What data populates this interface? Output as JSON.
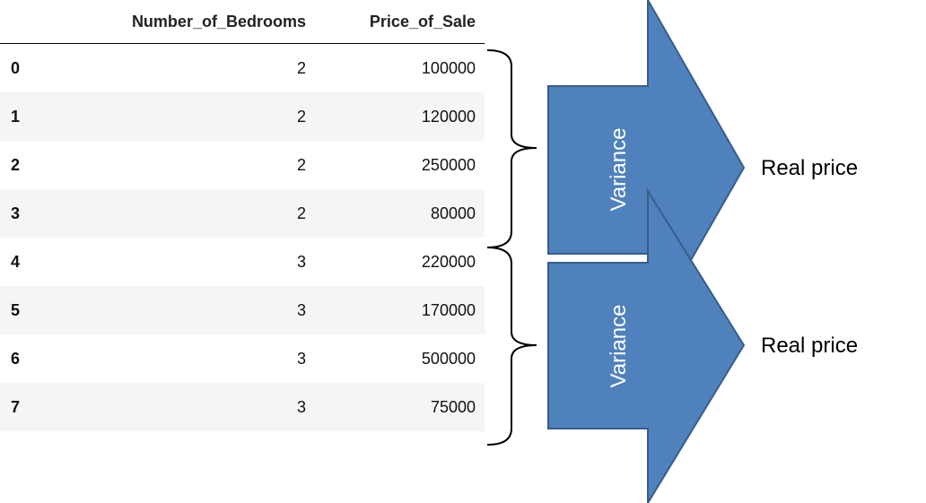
{
  "table": {
    "columns": [
      "",
      "Number_of_Bedrooms",
      "Price_of_Sale"
    ],
    "rows": [
      {
        "index": "0",
        "bedrooms": "2",
        "price": "100000"
      },
      {
        "index": "1",
        "bedrooms": "2",
        "price": "120000"
      },
      {
        "index": "2",
        "bedrooms": "2",
        "price": "250000"
      },
      {
        "index": "3",
        "bedrooms": "2",
        "price": "80000"
      },
      {
        "index": "4",
        "bedrooms": "3",
        "price": "220000"
      },
      {
        "index": "5",
        "bedrooms": "3",
        "price": "170000"
      },
      {
        "index": "6",
        "bedrooms": "3",
        "price": "500000"
      },
      {
        "index": "7",
        "bedrooms": "3",
        "price": "75000"
      }
    ]
  },
  "arrows": [
    {
      "label": "Variance",
      "target": "Real price"
    },
    {
      "label": "Variance",
      "target": "Real price"
    }
  ],
  "colors": {
    "arrow_fill": "#4f81bd",
    "arrow_stroke": "#385d8a",
    "row_stripe": "#f5f5f5"
  }
}
